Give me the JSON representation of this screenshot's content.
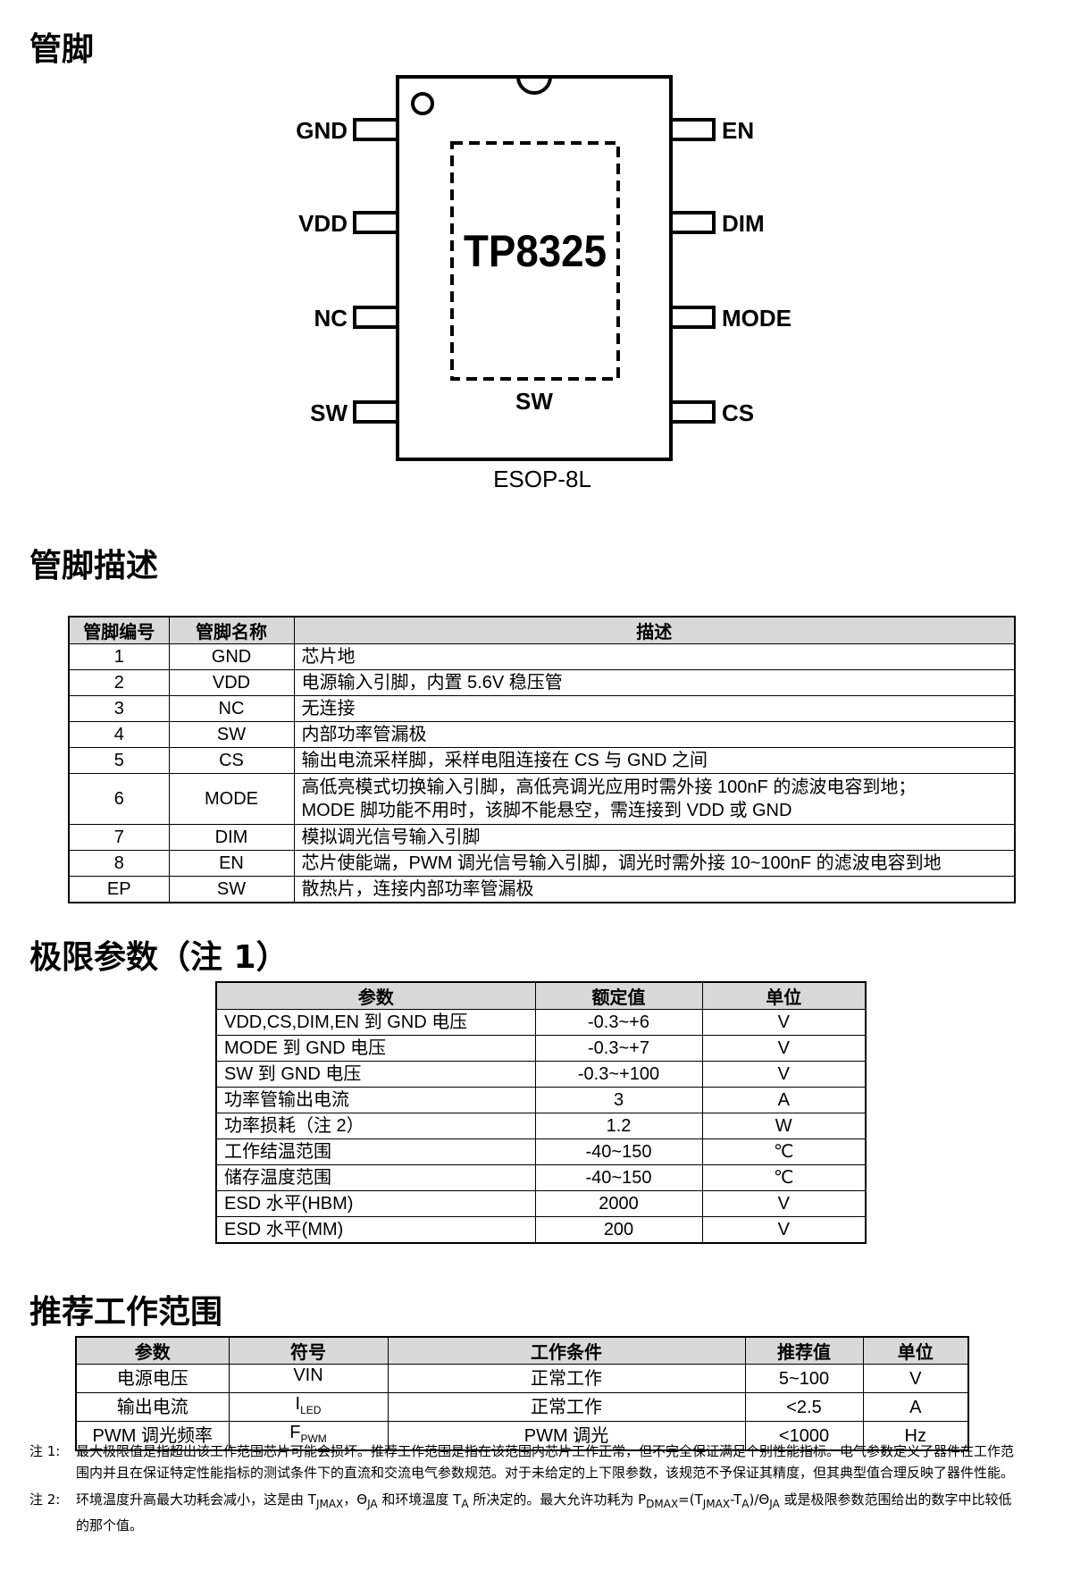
{
  "sections": {
    "pinout_title": "管脚",
    "pin_desc_title": "管脚描述",
    "abs_max_title": "极限参数（注 1）",
    "recommended_title": "推荐工作范围"
  },
  "pinout": {
    "chip_name": "TP8325",
    "package": "ESOP-8L",
    "pad_label": "SW",
    "left_pins": [
      "GND",
      "VDD",
      "NC",
      "SW"
    ],
    "right_pins": [
      "EN",
      "DIM",
      "MODE",
      "CS"
    ]
  },
  "pin_table": {
    "headers": [
      "管脚编号",
      "管脚名称",
      "描述"
    ],
    "rows": [
      [
        "1",
        "GND",
        "芯片地"
      ],
      [
        "2",
        "VDD",
        "电源输入引脚，内置 5.6V 稳压管"
      ],
      [
        "3",
        "NC",
        "无连接"
      ],
      [
        "4",
        "SW",
        "内部功率管漏极"
      ],
      [
        "5",
        "CS",
        "输出电流采样脚，采样电阻连接在 CS 与 GND 之间"
      ],
      [
        "6",
        "MODE",
        "高低亮模式切换输入引脚，高低亮调光应用时需外接  100nF  的滤波电容到地；",
        "MODE 脚功能不用时，该脚不能悬空，需连接到 VDD 或 GND"
      ],
      [
        "7",
        "DIM",
        "模拟调光信号输入引脚"
      ],
      [
        "8",
        "EN",
        "芯片使能端，PWM 调光信号输入引脚，调光时需外接 10~100nF 的滤波电容到地"
      ],
      [
        "EP",
        "SW",
        "散热片，连接内部功率管漏极"
      ]
    ]
  },
  "abs_table": {
    "headers": [
      "参数",
      "额定值",
      "单位"
    ],
    "rows": [
      [
        "VDD,CS,DIM,EN 到 GND 电压",
        "-0.3~+6",
        "V"
      ],
      [
        "MODE 到 GND 电压",
        "-0.3~+7",
        "V"
      ],
      [
        "SW 到 GND 电压",
        "-0.3~+100",
        "V"
      ],
      [
        "功率管输出电流",
        "3",
        "A"
      ],
      [
        "功率损耗（注 2）",
        "1.2",
        "W"
      ],
      [
        "工作结温范围",
        "-40~150",
        "℃"
      ],
      [
        "储存温度范围",
        "-40~150",
        "℃"
      ],
      [
        "ESD 水平(HBM)",
        "2000",
        "V"
      ],
      [
        "ESD 水平(MM)",
        "200",
        "V"
      ]
    ]
  },
  "rec_table": {
    "headers": [
      "参数",
      "符号",
      "工作条件",
      "推荐值",
      "单位"
    ],
    "rows": [
      {
        "param": "电源电压",
        "sym": "VIN",
        "sym_sub": "",
        "cond": "正常工作",
        "val": "5~100",
        "unit": "V"
      },
      {
        "param": "输出电流",
        "sym": "I",
        "sym_sub": "LED",
        "cond": "正常工作",
        "val": "<2.5",
        "unit": "A"
      },
      {
        "param": "PWM 调光频率",
        "sym": "F",
        "sym_sub": "PWM",
        "cond": "PWM 调光",
        "val": "<1000",
        "unit": "Hz"
      }
    ]
  },
  "notes": {
    "n1_label": "注 1:",
    "n1_text": "最大极限值是指超出该工作范围芯片可能会损坏。推荐工作范围是指在该范围内芯片工作正常，但不完全保证满足个别性能指标。电气参数定义了器件在工作范围内并且在保证特定性能指标的测试条件下的直流和交流电气参数规范。对于未给定的上下限参数，该规范不予保证其精度，但其典型值合理反映了器件性能。",
    "n2_label": "注 2:",
    "n2_a": "环境温度升高最大功耗会减小，这是由 T",
    "n2_sub1": "JMAX",
    "n2_b": "，Θ",
    "n2_sub2": "JA",
    "n2_c": " 和环境温度 T",
    "n2_sub3": "A",
    "n2_d": " 所决定的。最大允许功耗为 P",
    "n2_sub4": "DMAX",
    "n2_e": "=(T",
    "n2_sub5": "JMAX",
    "n2_f": "-T",
    "n2_sub6": "A",
    "n2_g": ")/Θ",
    "n2_sub7": "JA",
    "n2_h": " 或是极限参数范围给出的数字中比较低的那个值。"
  }
}
